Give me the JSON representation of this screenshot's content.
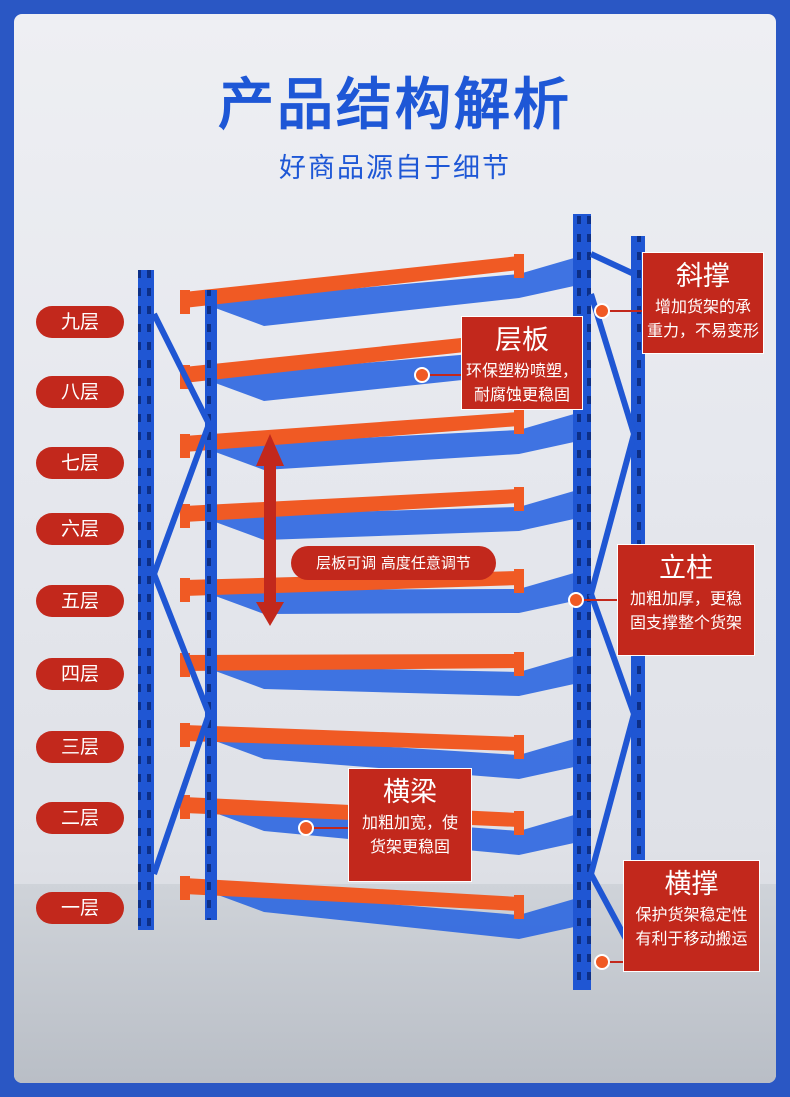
{
  "header": {
    "title": "产品结构解析",
    "subtitle": "好商品源自于细节"
  },
  "layers": [
    "九层",
    "八层",
    "七层",
    "六层",
    "五层",
    "四层",
    "三层",
    "二层",
    "一层"
  ],
  "callouts": {
    "brace": {
      "title": "斜撑",
      "lines": [
        "增加货架的承",
        "重力，不易变形"
      ]
    },
    "shelf": {
      "title": "层板",
      "lines": [
        "环保塑粉喷塑，",
        "耐腐蚀更稳固"
      ]
    },
    "column": {
      "title": "立柱",
      "lines": [
        "加粗加厚，更稳",
        "固支撑整个货架"
      ]
    },
    "beam": {
      "title": "横梁",
      "lines": [
        "加粗加宽，使",
        "货架更稳固"
      ]
    },
    "crossbar": {
      "title": "横撑",
      "lines": [
        "保护货架稳定性",
        "有利于移动搬运"
      ]
    }
  },
  "adjust_note": "层板可调 高度任意调节",
  "colors": {
    "accent_blue": "#1e57d6",
    "rack_blue": "#1f56d3",
    "beam_orange": "#f05a24",
    "label_red": "#c2281c"
  }
}
